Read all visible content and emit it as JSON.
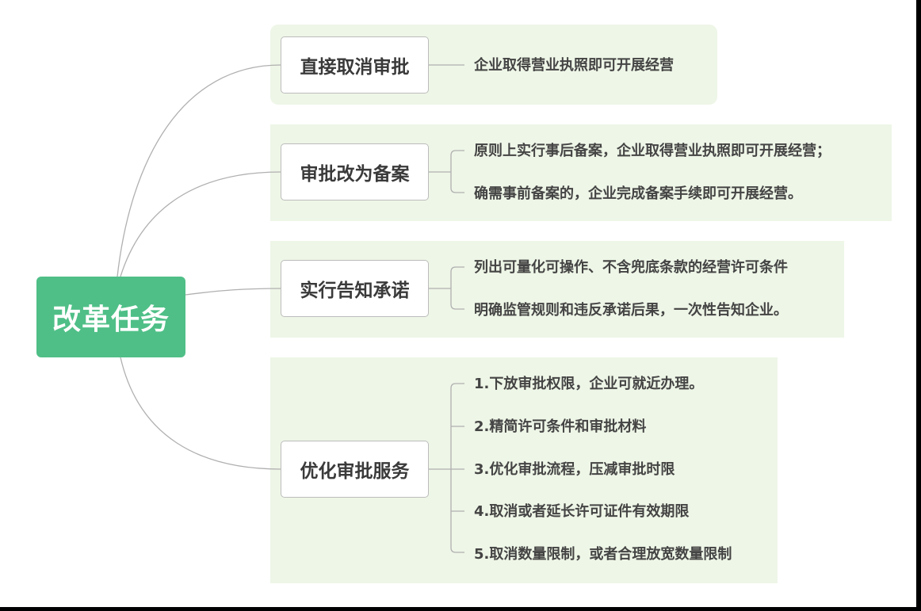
{
  "root": {
    "label": "改革任务"
  },
  "branches": [
    {
      "label": "直接取消审批",
      "items": [
        "企业取得营业执照即可开展经营"
      ]
    },
    {
      "label": "审批改为备案",
      "items": [
        "原则上实行事后备案，企业取得营业执照即可开展经营；",
        "确需事前备案的，企业完成备案手续即可开展经营。"
      ]
    },
    {
      "label": "实行告知承诺",
      "items": [
        "列出可量化可操作、不含兜底条款的经营许可条件",
        "明确监管规则和违反承诺后果，一次性告知企业。"
      ]
    },
    {
      "label": "优化审批服务",
      "items": [
        "1.下放审批权限，企业可就近办理。",
        "2.精简许可条件和审批材料",
        "3.优化审批流程，压减审批时限",
        "4.取消或者延长许可证件有效期限",
        "5.取消数量限制，或者合理放宽数量限制"
      ]
    }
  ],
  "colors": {
    "root": "#4fbf87",
    "panel": "#eef6e7",
    "line": "#b0b0b0",
    "text": "#444444"
  }
}
